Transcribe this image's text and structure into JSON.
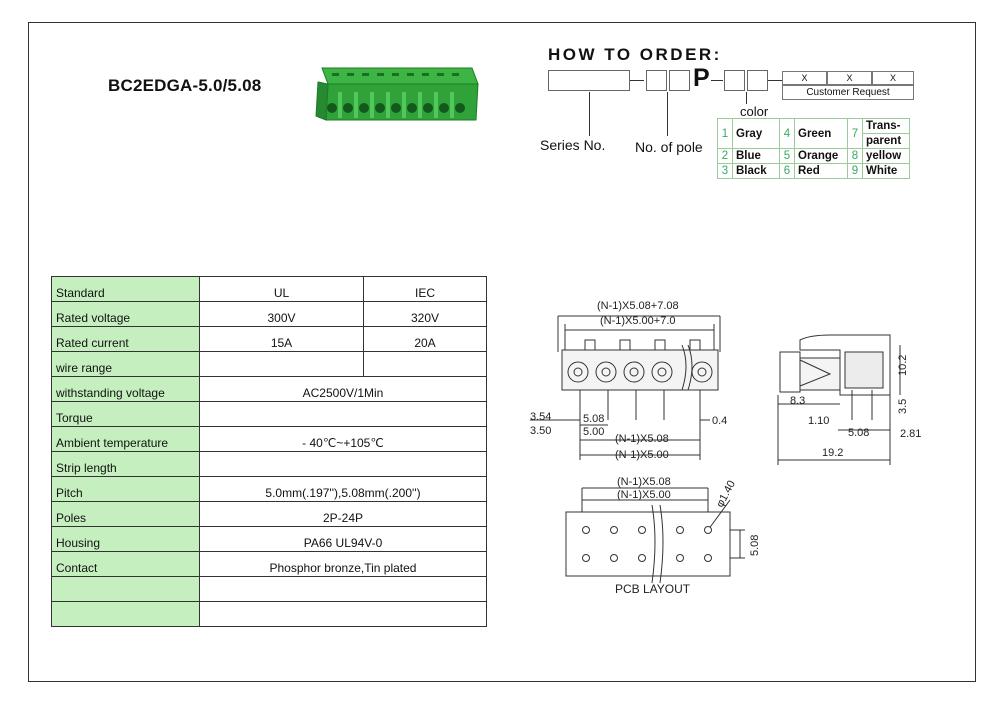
{
  "product": {
    "title": "BC2EDGA-5.0/5.08"
  },
  "how_to_order": {
    "title": "HOW TO ORDER:",
    "p_letter": "P",
    "x_marks": [
      "X",
      "X",
      "X"
    ],
    "customer_request": "Customer Request",
    "labels": {
      "series": "Series No.",
      "poles": "No. of pole",
      "color": "color"
    },
    "colors": [
      [
        {
          "n": "1",
          "name": "Gray"
        },
        {
          "n": "4",
          "name": "Green"
        },
        {
          "n": "7",
          "name": "Trans-"
        }
      ],
      [
        {
          "n": "",
          "name": ""
        },
        {
          "n": "",
          "name": ""
        },
        {
          "n": "",
          "name": "parent"
        }
      ],
      [
        {
          "n": "2",
          "name": "Blue"
        },
        {
          "n": "5",
          "name": "Orange"
        },
        {
          "n": "8",
          "name": "yellow"
        }
      ],
      [
        {
          "n": "3",
          "name": "Black"
        },
        {
          "n": "6",
          "name": "Red"
        },
        {
          "n": "9",
          "name": "White"
        }
      ]
    ]
  },
  "specs": {
    "header": {
      "label": "Standard",
      "ul": "UL",
      "iec": "IEC"
    },
    "rated_voltage": {
      "label": "Rated voltage",
      "ul": "300V",
      "iec": "320V"
    },
    "rated_current": {
      "label": "Rated current",
      "ul": "15A",
      "iec": "20A"
    },
    "wire_range": {
      "label": "wire range",
      "ul": "",
      "iec": ""
    },
    "withstanding_voltage": {
      "label": "withstanding voltage",
      "value": "AC2500V/1Min"
    },
    "torque": {
      "label": "Torque",
      "value": ""
    },
    "ambient_temperature": {
      "label": "Ambient temperature",
      "value": "- 40℃~+105℃"
    },
    "strip_length": {
      "label": "Strip length",
      "value": ""
    },
    "pitch": {
      "label": "Pitch",
      "value": "5.0mm(.197''),5.08mm(.200'')"
    },
    "poles": {
      "label": "Poles",
      "value": "2P-24P"
    },
    "housing": {
      "label": "Housing",
      "value": "PA66 UL94V-0"
    },
    "contact": {
      "label": "Contact",
      "value": "Phosphor bronze,Tin plated"
    },
    "empty1": {
      "label": "",
      "value": ""
    },
    "empty2": {
      "label": "",
      "value": ""
    }
  },
  "drawing": {
    "front": {
      "dim_top1": "(N-1)X5.08+7.08",
      "dim_top2": "(N-1)X5.00+7.0",
      "d354": "3.54",
      "d350": "3.50",
      "d508": "5.08",
      "d500": "5.00",
      "d04": "0.4",
      "dim_bot1": "(N-1)X5.08",
      "dim_bot2": "(N-1)X5.00"
    },
    "side": {
      "d102": "10.2",
      "d35": "3.5",
      "d83": "8.3",
      "d110": "1.10",
      "d508": "5.08",
      "d281": "2.81",
      "d192": "19.2"
    },
    "pcb": {
      "dim1": "(N-1)X5.08",
      "dim2": "(N-1)X5.00",
      "hole": "φ1.40",
      "pitch": "5.08",
      "caption": "PCB  LAYOUT"
    }
  }
}
